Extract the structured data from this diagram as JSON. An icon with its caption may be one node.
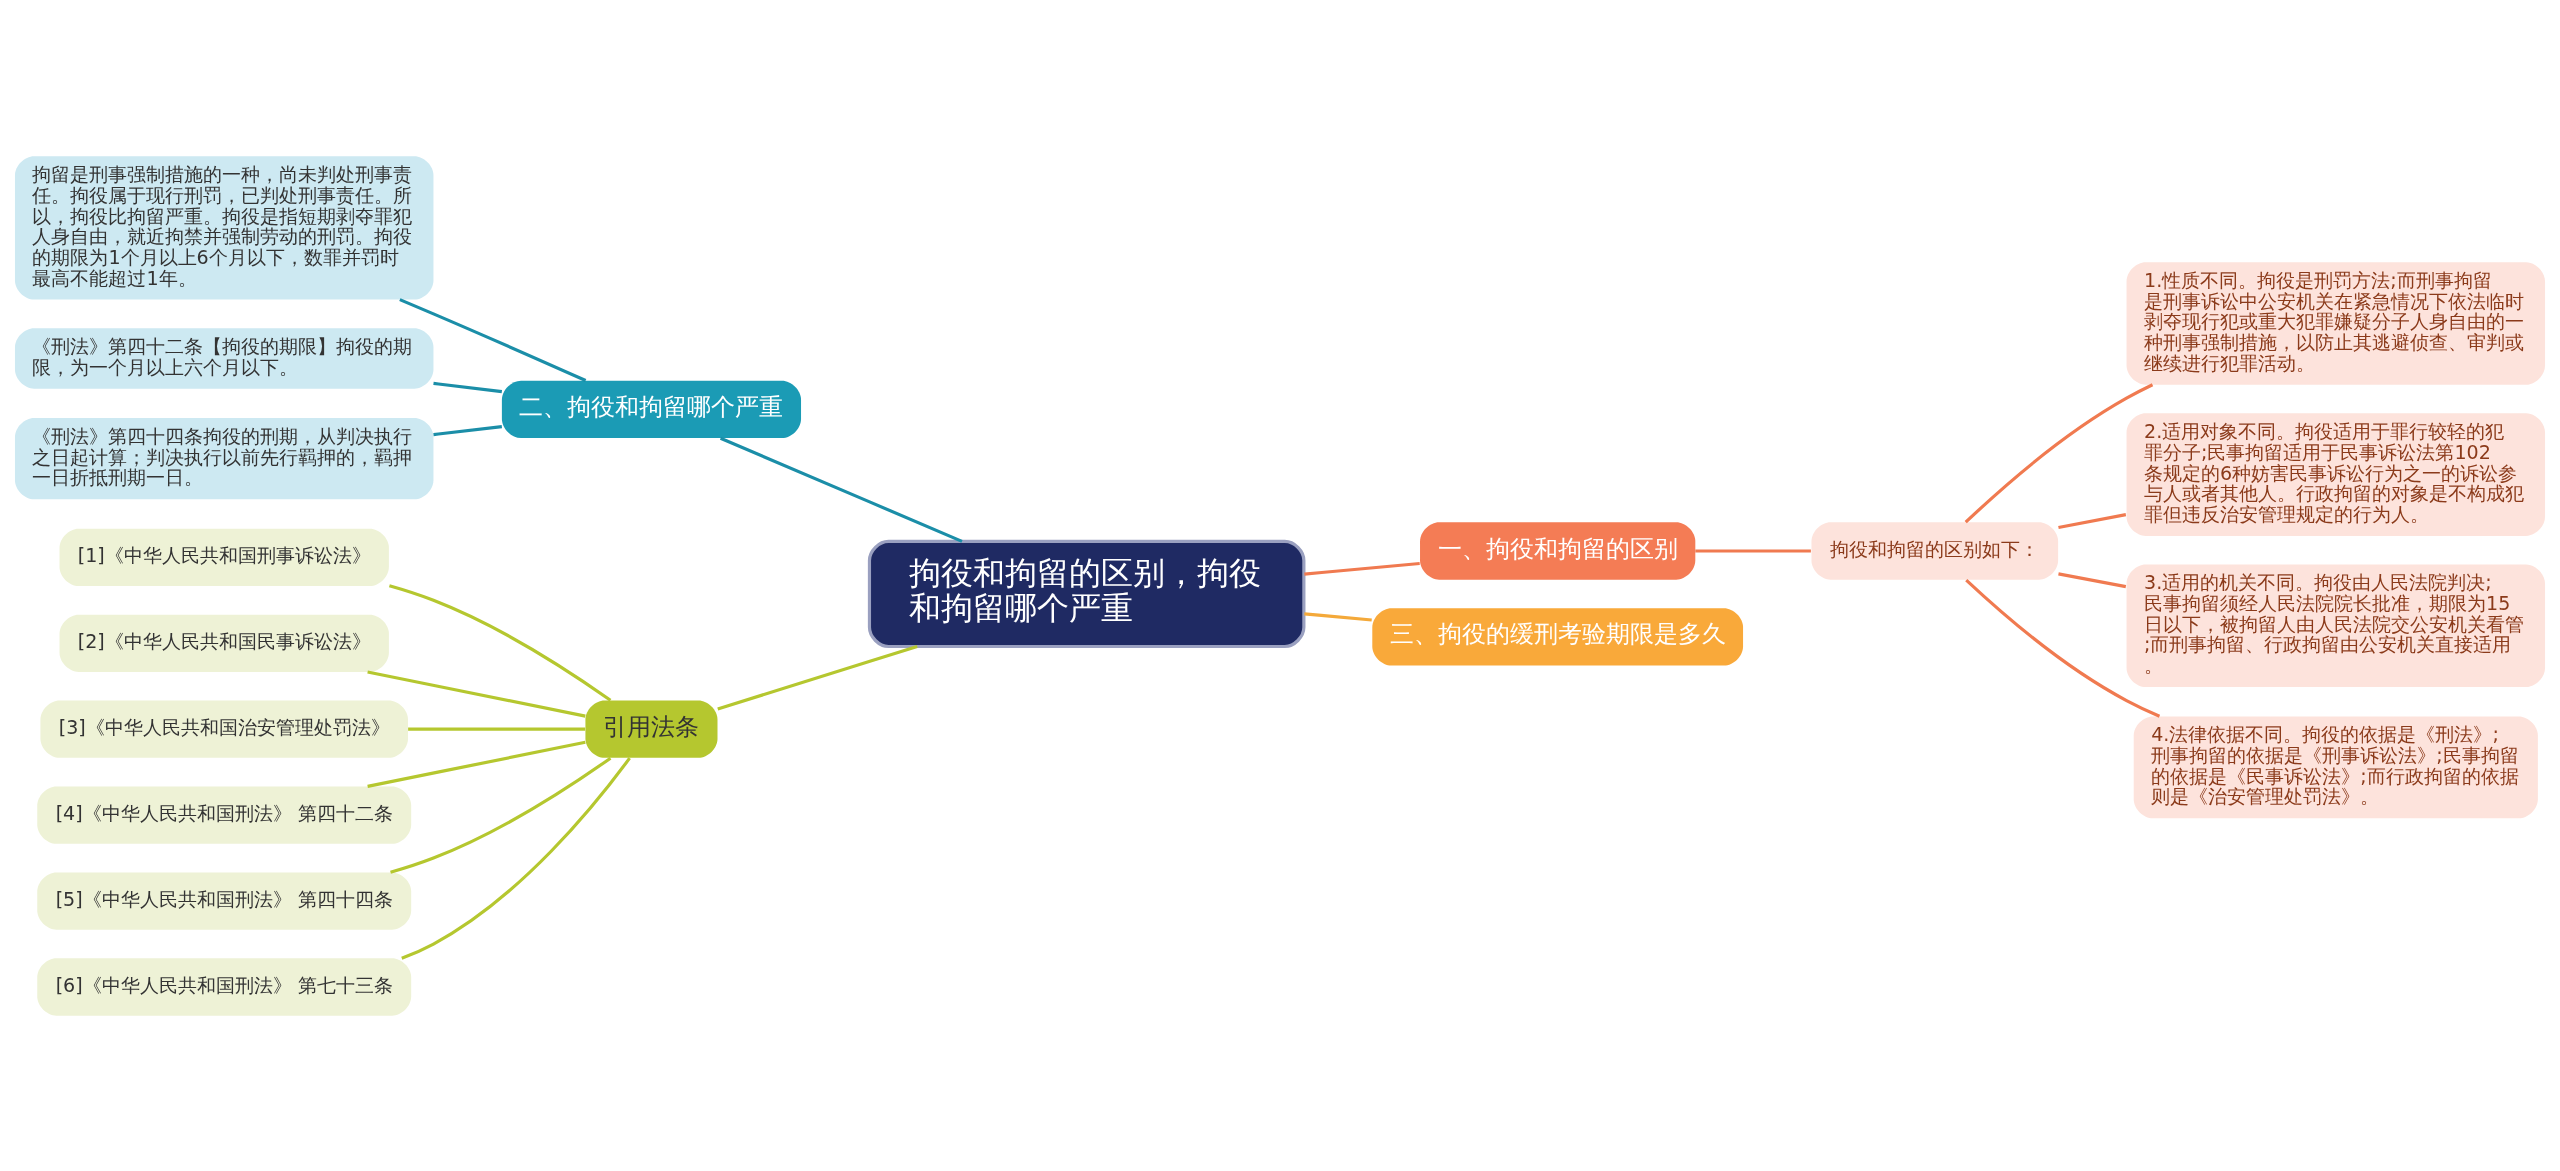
{
  "diagram": {
    "nodes": [
      {
        "text": [
          "拘役和拘留的区别，拘役和拘留哪个严重"
        ]
      },
      {
        "text": [
          "二、拘役和拘留哪个严重"
        ]
      },
      {
        "text": [
          "拘留是刑事强制措施的一种，尚未判处刑事责任。拘役属于现行刑罚，已判处刑事责任。所以，拘役比拘留严重。拘役是指短期剥夺罪犯人身自由，就近拘禁并强制劳动的刑罚。拘役的期限为1个月以上6个月以下，数罪并罚时最高不能超过1年。"
        ]
      },
      {
        "text": [
          "《刑法》第四十二条【拘役的期限】拘役的期限，为一个月以上六个月以下。"
        ]
      },
      {
        "text": [
          "《刑法》第四十四条拘役的刑期，从判决执行之日起计算；判决执行以前先行羁押的，羁押一日折抵刑期一日。"
        ]
      },
      {
        "text": [
          "一、拘役和拘留的区别"
        ]
      },
      {
        "text": [
          "拘役和拘留的区别如下："
        ]
      },
      {
        "text": [
          "1.性质不同。拘役是刑罚方法;而刑事拘留是刑事诉讼中公安机关在紧急情况下依法临时剥夺现行犯或重大犯罪嫌疑分子人身自由的一种刑事强制措施，以防止其逃避侦查、审判或继续进行犯罪活动。"
        ]
      },
      {
        "text": [
          "2.适用对象不同。拘役适用于罪行较轻的犯罪分子;民事拘留适用于民事诉讼法第102条规定的6种妨害民事诉讼行为之一的诉讼参与人或者其他人。行政拘留的对象是不构成犯罪但违反治安管理规定的行为人。"
        ]
      },
      {
        "text": [
          "3.适用的机关不同。拘役由人民法院判决;民事拘留须经人民法院院长批准，期限为15日以下，被拘留人由人民法院交公安机关看管;而刑事拘留、行政拘留由公安机关直接适用。"
        ]
      },
      {
        "text": [
          "4.法律依据不同。拘役的依据是《刑法》;刑事拘留的依据是《刑事诉讼法》;民事拘留的依据是《民事诉讼法》;而行政拘留的依据则是《治安管理处罚法》。"
        ]
      },
      {
        "text": [
          "三、拘役的缓刑考验期限是多久"
        ]
      },
      {
        "text": [
          "引用法条"
        ]
      },
      {
        "text": [
          "[1]《中华人民共和国刑事诉讼法》"
        ]
      },
      {
        "text": [
          "[2]《中华人民共和国民事诉讼法》"
        ]
      },
      {
        "text": [
          "[3]《中华人民共和国治安管理处罚法》"
        ]
      },
      {
        "text": [
          "[4]《中华人民共和国刑法》 第四十二条"
        ]
      },
      {
        "text": [
          "[5]《中华人民共和国刑法》 第四十四条"
        ]
      },
      {
        "text": [
          "[6]《中华人民共和国刑法》 第七十三条"
        ]
      }
    ],
    "edges": [
      {
        "from": 0,
        "to": 1,
        "arrow": "none",
        "color": "#1b8ea8"
      },
      {
        "from": 1,
        "to": 2,
        "arrow": "none",
        "color": "#1b8ea8"
      },
      {
        "from": 1,
        "to": 3,
        "arrow": "none",
        "color": "#1b8ea8"
      },
      {
        "from": 1,
        "to": 4,
        "arrow": "none",
        "color": "#1b8ea8"
      },
      {
        "from": 0,
        "to": 5,
        "arrow": "none",
        "color": "#f07a50"
      },
      {
        "from": 5,
        "to": 6,
        "arrow": "none",
        "color": "#f07a50"
      },
      {
        "from": 6,
        "to": 7,
        "arrow": "none",
        "color": "#f07a50"
      },
      {
        "from": 6,
        "to": 8,
        "arrow": "none",
        "color": "#f07a50"
      },
      {
        "from": 6,
        "to": 9,
        "arrow": "none",
        "color": "#f07a50"
      },
      {
        "from": 6,
        "to": 10,
        "arrow": "none",
        "color": "#f07a50"
      },
      {
        "from": 0,
        "to": 11,
        "arrow": "none",
        "color": "#f4a93a"
      },
      {
        "from": 0,
        "to": 12,
        "arrow": "none",
        "color": "#b5c72f"
      },
      {
        "from": 12,
        "to": 13,
        "arrow": "none",
        "color": "#b5c72f"
      },
      {
        "from": 12,
        "to": 14,
        "arrow": "none",
        "color": "#b5c72f"
      },
      {
        "from": 12,
        "to": 15,
        "arrow": "none",
        "color": "#b5c72f"
      },
      {
        "from": 12,
        "to": 16,
        "arrow": "none",
        "color": "#b5c72f"
      },
      {
        "from": 12,
        "to": 17,
        "arrow": "none",
        "color": "#b5c72f"
      },
      {
        "from": 12,
        "to": 18,
        "arrow": "none",
        "color": "#b5c72f"
      }
    ]
  }
}
